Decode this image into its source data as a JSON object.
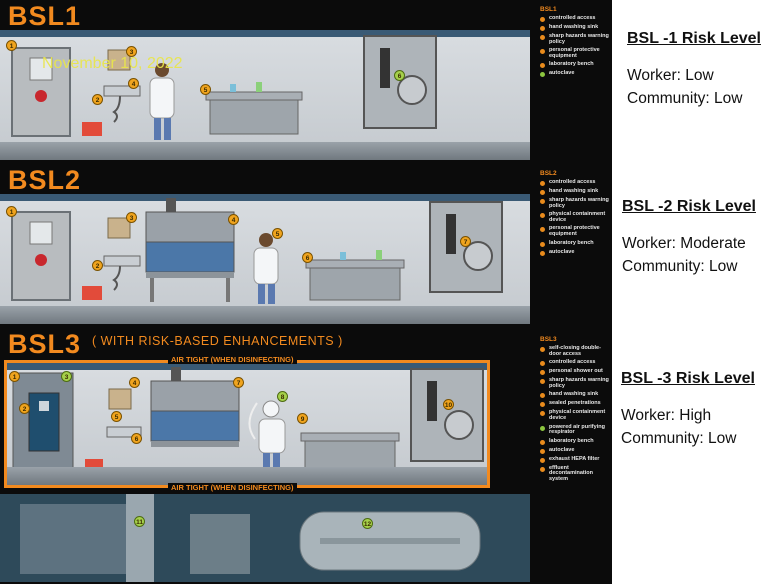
{
  "date_overlay": "November 10, 2022",
  "panels": [
    {
      "title": "BSL1",
      "subtitle": "",
      "legend_head": "BSL1",
      "legend": [
        {
          "text": "controlled access",
          "color": "orange"
        },
        {
          "text": "hand washing sink",
          "color": "orange"
        },
        {
          "text": "sharp hazards warning policy",
          "color": "orange"
        },
        {
          "text": "personal protective equipment",
          "color": "orange"
        },
        {
          "text": "laboratory bench",
          "color": "orange"
        },
        {
          "text": "autoclave",
          "color": "green"
        }
      ],
      "badges": [
        "1",
        "2",
        "3",
        "4",
        "5",
        "6"
      ]
    },
    {
      "title": "BSL2",
      "subtitle": "",
      "legend_head": "BSL2",
      "legend": [
        {
          "text": "controlled access",
          "color": "orange"
        },
        {
          "text": "hand washing sink",
          "color": "orange"
        },
        {
          "text": "sharp hazards warning policy",
          "color": "orange"
        },
        {
          "text": "physical containment device",
          "color": "orange"
        },
        {
          "text": "personal protective equipment",
          "color": "orange"
        },
        {
          "text": "laboratory bench",
          "color": "orange"
        },
        {
          "text": "autoclave",
          "color": "orange"
        }
      ],
      "badges": [
        "1",
        "2",
        "3",
        "4",
        "5",
        "6",
        "7"
      ]
    },
    {
      "title": "BSL3",
      "subtitle": "( WITH RISK-BASED ENHANCEMENTS )",
      "legend_head": "BSL3",
      "legend": [
        {
          "text": "self-closing double-door access",
          "color": "orange"
        },
        {
          "text": "controlled access",
          "color": "orange"
        },
        {
          "text": "personal shower out",
          "color": "orange"
        },
        {
          "text": "sharp hazards warning policy",
          "color": "orange"
        },
        {
          "text": "hand washing sink",
          "color": "orange"
        },
        {
          "text": "sealed penetrations",
          "color": "orange"
        },
        {
          "text": "physical containment device",
          "color": "orange"
        },
        {
          "text": "powered air purifying respirator",
          "color": "green"
        },
        {
          "text": "laboratory bench",
          "color": "orange"
        },
        {
          "text": "autoclave",
          "color": "orange"
        },
        {
          "text": "exhaust HEPA filter",
          "color": "orange"
        },
        {
          "text": "effluent decontamination system",
          "color": "orange"
        }
      ],
      "airtight_top": "AIR TIGHT  (WHEN DISINFECTING)",
      "airtight_bottom": "AIR TIGHT  (WHEN DISINFECTING)",
      "badges": [
        "1",
        "2",
        "3",
        "4",
        "5",
        "6",
        "7",
        "8",
        "9",
        "10",
        "11",
        "12"
      ]
    }
  ],
  "risk_levels": [
    {
      "heading": "BSL -1 Risk Level",
      "worker": "Worker: Low",
      "community": "Community: Low"
    },
    {
      "heading": "BSL -2 Risk Level",
      "worker": "Worker: Moderate",
      "community": "Community: Low"
    },
    {
      "heading": "BSL -3 Risk Level",
      "worker": "Worker: High",
      "community": "Community: Low"
    }
  ],
  "colors": {
    "accent": "#f28a1f",
    "panel_bg": "#0b0b0b",
    "badge_orange": "#f0a41e",
    "badge_green": "#a5d04a"
  }
}
